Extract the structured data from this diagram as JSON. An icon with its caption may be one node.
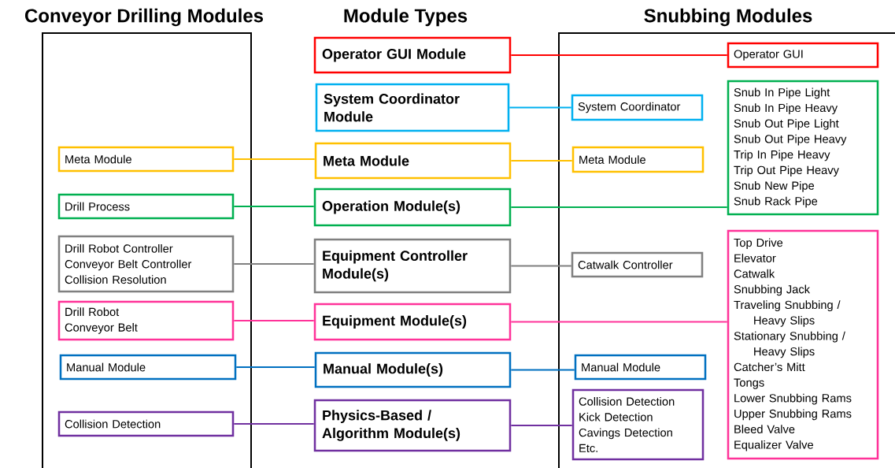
{
  "diagram": {
    "nodes": [
      {
        "text": [
          "Conveyor Drilling Modules"
        ]
      },
      {
        "text": [
          "Meta Module"
        ],
        "in": 0
      },
      {
        "text": [
          "Drill Process"
        ],
        "in": 0
      },
      {
        "text": [
          "Drill Robot Controller",
          "Conveyor Belt Controller",
          "Collision Resolution"
        ],
        "in": 0
      },
      {
        "text": [
          "Drill Robot",
          "Conveyor Belt"
        ],
        "in": 0
      },
      {
        "text": [
          "Manual Module"
        ],
        "in": 0
      },
      {
        "text": [
          "Collision Detection"
        ],
        "in": 0
      },
      {
        "text": [
          "Operator GUI Module"
        ]
      },
      {
        "text": [
          "System Coordinator Module"
        ]
      },
      {
        "text": [
          "Meta Module"
        ]
      },
      {
        "text": [
          "Operation Module(s)"
        ]
      },
      {
        "text": [
          "Equipment Controller Module(s)"
        ]
      },
      {
        "text": [
          "Equipment Module(s)"
        ]
      },
      {
        "text": [
          "Manual Module(s)"
        ]
      },
      {
        "text": [
          "Physics-Based / Algorithm Module(s)"
        ]
      },
      {
        "text": [
          "Snubbing Modules"
        ]
      },
      {
        "text": [
          "Operator GUI"
        ],
        "in": 15
      },
      {
        "text": [
          "System Coordinator"
        ],
        "in": 15
      },
      {
        "text": [
          "Snub In Pipe Light",
          "Snub In Pipe Heavy",
          "Snub Out Pipe Light",
          "Snub Out Pipe Heavy",
          "Trip In Pipe Heavy",
          "Trip Out Pipe Heavy",
          "Snub New Pipe",
          "Snub Rack Pipe"
        ],
        "in": 15
      },
      {
        "text": [
          "Meta Module"
        ],
        "in": 15
      },
      {
        "text": [
          "Catwalk Controller"
        ],
        "in": 15
      },
      {
        "text": [
          "Top Drive",
          "Elevator",
          "Catwalk",
          "Snubbing Jack",
          "Traveling Snubbing / Heavy Slips",
          "Stationary Snubbing / Heavy Slips",
          "Catcher’s Mitt",
          "Tongs",
          "Lower Snubbing Rams",
          "Upper Snubbing Rams",
          "Bleed Valve",
          "Equalizer Valve"
        ],
        "in": 15
      },
      {
        "text": [
          "Manual Module"
        ],
        "in": 15
      },
      {
        "text": [
          "Collision Detection",
          "Kick Detection",
          "Cavings Detection",
          "Etc."
        ],
        "in": 15
      }
    ],
    "edges": [
      {
        "from": 1,
        "to": 9,
        "arrow": "none",
        "color": "#ffc000"
      },
      {
        "from": 2,
        "to": 10,
        "arrow": "none",
        "color": "#00b050"
      },
      {
        "from": 3,
        "to": 11,
        "arrow": "none",
        "color": "#808080"
      },
      {
        "from": 4,
        "to": 12,
        "arrow": "none",
        "color": "#ff3399"
      },
      {
        "from": 5,
        "to": 13,
        "arrow": "none",
        "color": "#0070c0"
      },
      {
        "from": 6,
        "to": 14,
        "arrow": "none",
        "color": "#7030a0"
      },
      {
        "from": 7,
        "to": 16,
        "arrow": "none",
        "color": "#ff0000"
      },
      {
        "from": 8,
        "to": 17,
        "arrow": "none",
        "color": "#00b0f0"
      },
      {
        "from": 9,
        "to": 19,
        "arrow": "none",
        "color": "#ffc000"
      },
      {
        "from": 10,
        "to": 18,
        "arrow": "none",
        "color": "#00b050"
      },
      {
        "from": 11,
        "to": 20,
        "arrow": "none",
        "color": "#808080"
      },
      {
        "from": 12,
        "to": 21,
        "arrow": "none",
        "color": "#ff3399"
      },
      {
        "from": 13,
        "to": 22,
        "arrow": "none",
        "color": "#0070c0"
      },
      {
        "from": 14,
        "to": 23,
        "arrow": "none",
        "color": "#7030a0"
      }
    ],
    "labels": [
      "Module Types"
    ]
  }
}
